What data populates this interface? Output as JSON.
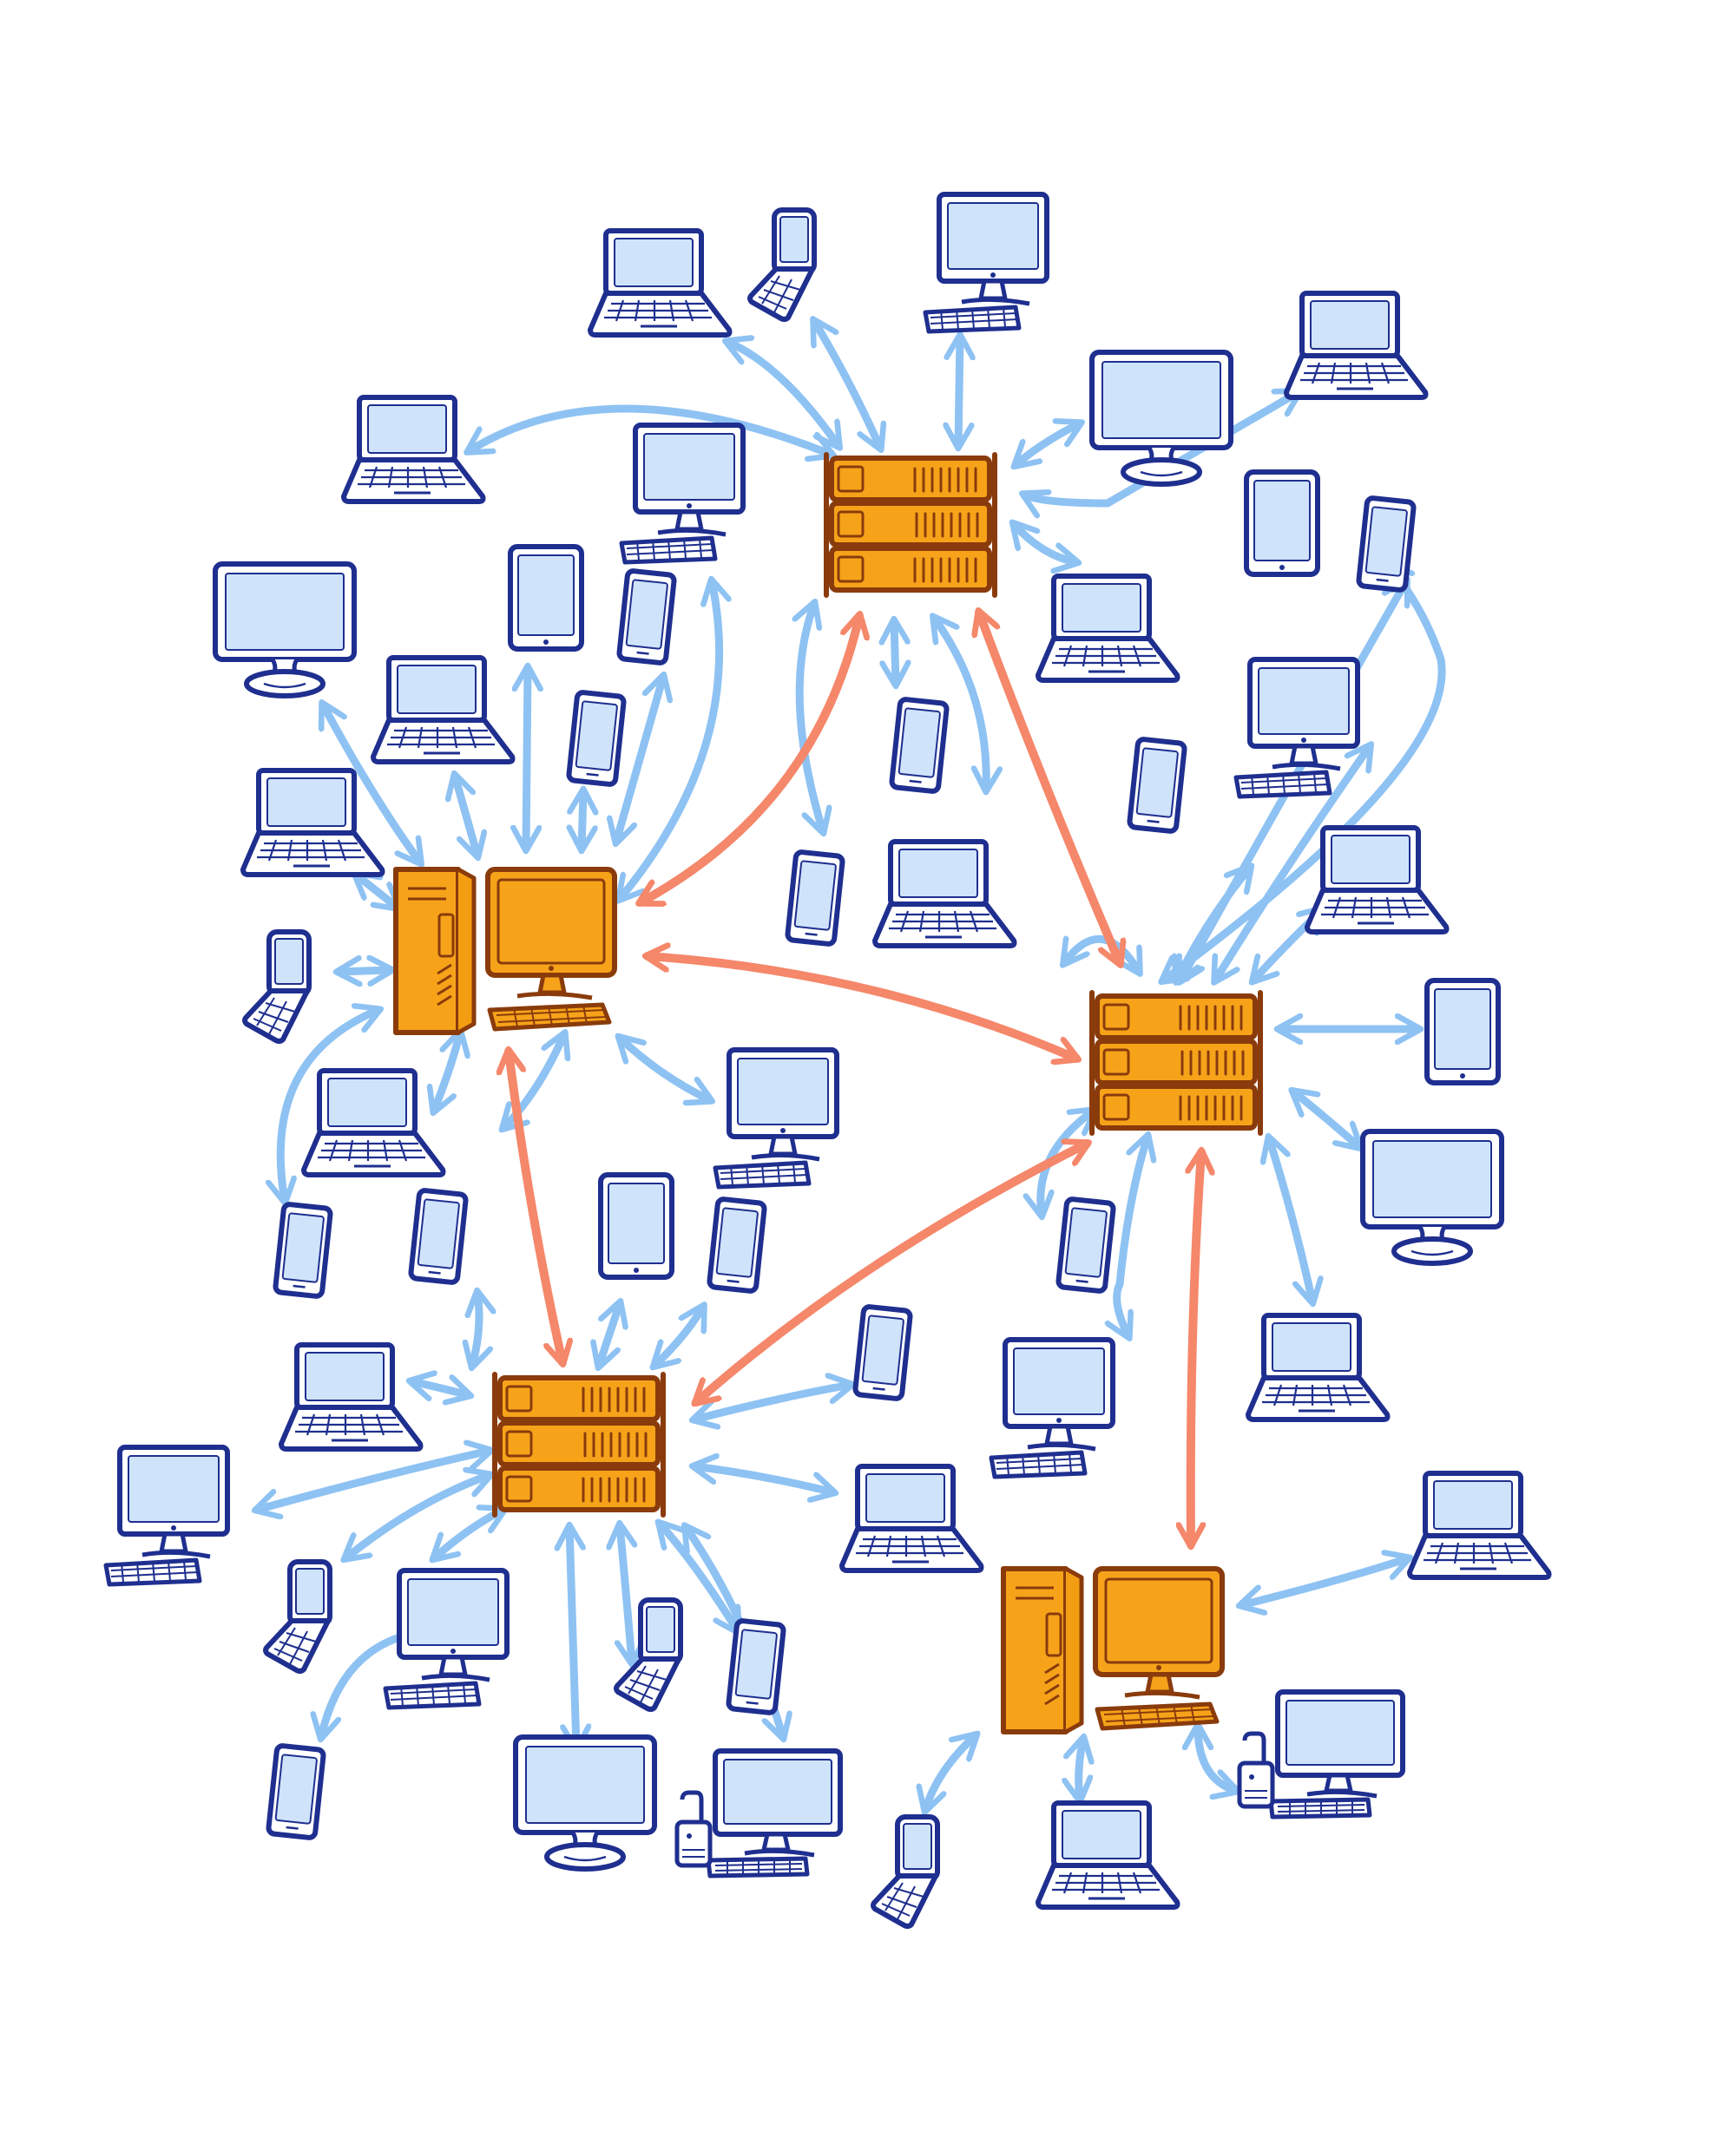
{
  "diagram": {
    "type": "network-illustration",
    "text": "",
    "colors": {
      "background": "#ffffff",
      "device_outline": "#1f2f8f",
      "device_screen": "#cfe4fb",
      "device_body": "#ffffff",
      "hub_fill": "#f6a31a",
      "hub_outline": "#8a3b0c",
      "client_link": "#8ec2f3",
      "backbone_link": "#f5876a"
    },
    "hubs": [
      {
        "id": "hub-top",
        "kind": "server-rack"
      },
      {
        "id": "hub-left",
        "kind": "workstation"
      },
      {
        "id": "hub-right",
        "kind": "server-rack"
      },
      {
        "id": "hub-bottom-left",
        "kind": "server-rack"
      },
      {
        "id": "hub-bottom-right",
        "kind": "workstation"
      }
    ],
    "backbone_links": [
      [
        "hub-top",
        "hub-left"
      ],
      [
        "hub-top",
        "hub-right"
      ],
      [
        "hub-left",
        "hub-right"
      ],
      [
        "hub-left",
        "hub-bottom-left"
      ],
      [
        "hub-right",
        "hub-bottom-left"
      ],
      [
        "hub-right",
        "hub-bottom-right"
      ]
    ],
    "clients": [
      {
        "id": "c1",
        "kind": "laptop",
        "hub": "hub-top"
      },
      {
        "id": "c2",
        "kind": "flip-phone",
        "hub": "hub-top"
      },
      {
        "id": "c3",
        "kind": "desktop",
        "hub": "hub-top"
      },
      {
        "id": "c4",
        "kind": "laptop",
        "hub": "hub-right"
      },
      {
        "id": "c5",
        "kind": "imac",
        "hub": "hub-top"
      },
      {
        "id": "c6",
        "kind": "laptop",
        "hub": "hub-top"
      },
      {
        "id": "c7",
        "kind": "desktop",
        "hub": "hub-left"
      },
      {
        "id": "c8",
        "kind": "tablet",
        "hub": "hub-right"
      },
      {
        "id": "c9",
        "kind": "smartphone",
        "hub": "hub-right"
      },
      {
        "id": "c10",
        "kind": "imac",
        "hub": "hub-left"
      },
      {
        "id": "c11",
        "kind": "tablet",
        "hub": "hub-left"
      },
      {
        "id": "c12",
        "kind": "smartphone",
        "hub": "hub-left"
      },
      {
        "id": "c13",
        "kind": "laptop",
        "hub": "hub-top"
      },
      {
        "id": "c14",
        "kind": "laptop",
        "hub": "hub-left"
      },
      {
        "id": "c15",
        "kind": "smartphone",
        "hub": "hub-left"
      },
      {
        "id": "c16",
        "kind": "smartphone",
        "hub": "hub-top"
      },
      {
        "id": "c17",
        "kind": "desktop",
        "hub": "hub-right"
      },
      {
        "id": "c18",
        "kind": "smartphone",
        "hub": "hub-right"
      },
      {
        "id": "c19",
        "kind": "laptop",
        "hub": "hub-left"
      },
      {
        "id": "c20",
        "kind": "smartphone",
        "hub": "hub-top"
      },
      {
        "id": "c21",
        "kind": "laptop",
        "hub": "hub-top"
      },
      {
        "id": "c22",
        "kind": "laptop",
        "hub": "hub-right"
      },
      {
        "id": "c23",
        "kind": "flip-phone",
        "hub": "hub-left"
      },
      {
        "id": "c24",
        "kind": "tablet",
        "hub": "hub-right"
      },
      {
        "id": "c25",
        "kind": "laptop",
        "hub": "hub-left"
      },
      {
        "id": "c26",
        "kind": "desktop",
        "hub": "hub-left"
      },
      {
        "id": "c27",
        "kind": "imac",
        "hub": "hub-right"
      },
      {
        "id": "c28",
        "kind": "smartphone",
        "hub": "hub-left"
      },
      {
        "id": "c29",
        "kind": "smartphone",
        "hub": "hub-bottom-left"
      },
      {
        "id": "c30",
        "kind": "tablet",
        "hub": "hub-bottom-left"
      },
      {
        "id": "c31",
        "kind": "smartphone",
        "hub": "hub-bottom-left"
      },
      {
        "id": "c32",
        "kind": "smartphone",
        "hub": "hub-right"
      },
      {
        "id": "c33",
        "kind": "smartphone",
        "hub": "hub-bottom-left"
      },
      {
        "id": "c34",
        "kind": "desktop",
        "hub": "hub-right"
      },
      {
        "id": "c35",
        "kind": "laptop",
        "hub": "hub-right"
      },
      {
        "id": "c36",
        "kind": "laptop",
        "hub": "hub-bottom-left"
      },
      {
        "id": "c37",
        "kind": "desktop",
        "hub": "hub-bottom-left"
      },
      {
        "id": "c38",
        "kind": "laptop",
        "hub": "hub-bottom-left"
      },
      {
        "id": "c39",
        "kind": "laptop",
        "hub": "hub-bottom-right"
      },
      {
        "id": "c40",
        "kind": "flip-phone",
        "hub": "hub-bottom-left"
      },
      {
        "id": "c41",
        "kind": "desktop",
        "hub": "hub-bottom-left"
      },
      {
        "id": "c42",
        "kind": "flip-phone",
        "hub": "hub-bottom-left"
      },
      {
        "id": "c43",
        "kind": "smartphone",
        "hub": "hub-bottom-left"
      },
      {
        "id": "c44",
        "kind": "smartphone",
        "hub": "hub-bottom-left"
      },
      {
        "id": "c45",
        "kind": "imac",
        "hub": "hub-bottom-left"
      },
      {
        "id": "c46",
        "kind": "desktop-with-phone",
        "hub": "hub-bottom-left"
      },
      {
        "id": "c47",
        "kind": "flip-phone",
        "hub": "hub-bottom-right"
      },
      {
        "id": "c48",
        "kind": "laptop",
        "hub": "hub-bottom-right"
      },
      {
        "id": "c49",
        "kind": "desktop-with-phone",
        "hub": "hub-bottom-right"
      }
    ]
  }
}
